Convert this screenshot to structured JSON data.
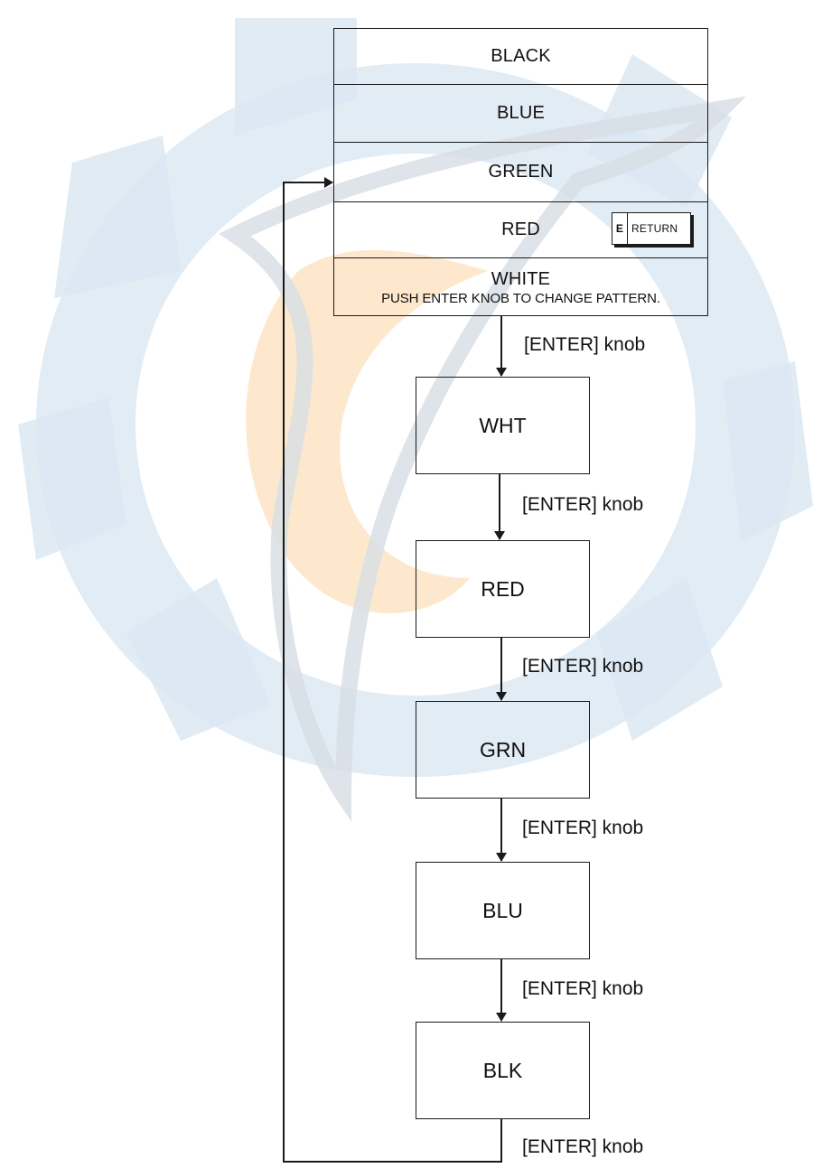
{
  "menu": {
    "rows": [
      {
        "label": "BLACK"
      },
      {
        "label": "BLUE"
      },
      {
        "label": "GREEN"
      },
      {
        "label": "RED"
      },
      {
        "label": "WHITE"
      }
    ],
    "hint": "PUSH ENTER KNOB TO CHANGE PATTERN.",
    "return_button": {
      "key": "E",
      "label": "RETURN"
    }
  },
  "states": [
    {
      "label": "WHT"
    },
    {
      "label": "RED"
    },
    {
      "label": "GRN"
    },
    {
      "label": "BLU"
    },
    {
      "label": "BLK"
    }
  ],
  "transition_label": "[ENTER] knob"
}
